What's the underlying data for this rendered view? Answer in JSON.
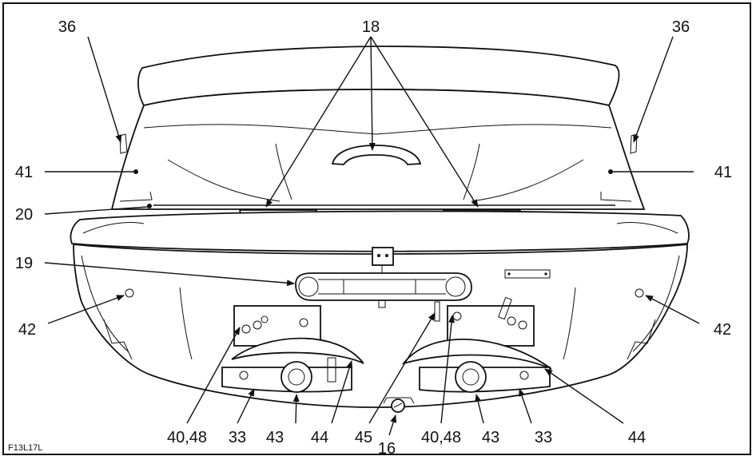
{
  "figure_code": "F13L17L",
  "callouts": {
    "c18": "18",
    "c36_left": "36",
    "c36_right": "36",
    "c41_left": "41",
    "c41_right": "41",
    "c20": "20",
    "c19": "19",
    "c42_left": "42",
    "c42_right": "42",
    "c40_48_left": "40,48",
    "c33_left": "33",
    "c43_left": "43",
    "c44_left": "44",
    "c45": "45",
    "c16": "16",
    "c40_48_right": "40,48",
    "c43_right": "43",
    "c33_right": "33",
    "c44_right": "44"
  }
}
